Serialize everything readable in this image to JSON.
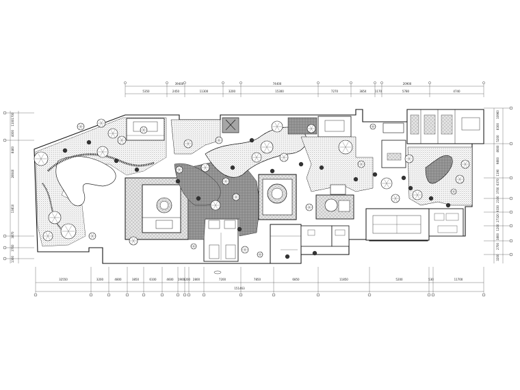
{
  "top_dims": {
    "upper": [
      "39400",
      "74400",
      "20900"
    ],
    "lower": [
      "5350",
      "2450",
      "11300",
      "3200",
      "15300",
      "7270",
      "3854",
      "1170",
      "5780",
      "4740"
    ]
  },
  "bottom_dims": {
    "upper": [
      "32550",
      "3200",
      "4800",
      "3850",
      "6100",
      "4600",
      "1900",
      "1200",
      "2800",
      "7200",
      "7850",
      "6850",
      "11850",
      "5200",
      "530",
      "11700"
    ],
    "total": "151463"
  },
  "left_dims": [
    "1700",
    "1100",
    "4000",
    "8460",
    "28040",
    "13810",
    "3870",
    "3760",
    "1300"
  ],
  "right_dims": [
    "10960",
    "8300",
    "5200",
    "8000",
    "9800",
    "1190",
    "6370",
    "3700",
    "2100",
    "9330",
    "27320",
    "1200",
    "3800",
    "2700",
    "3200"
  ],
  "colors": {
    "paving": "#8c8c8c",
    "stone": "#d0d0d0",
    "line": "#111111",
    "tree": "#1a1a1a"
  }
}
